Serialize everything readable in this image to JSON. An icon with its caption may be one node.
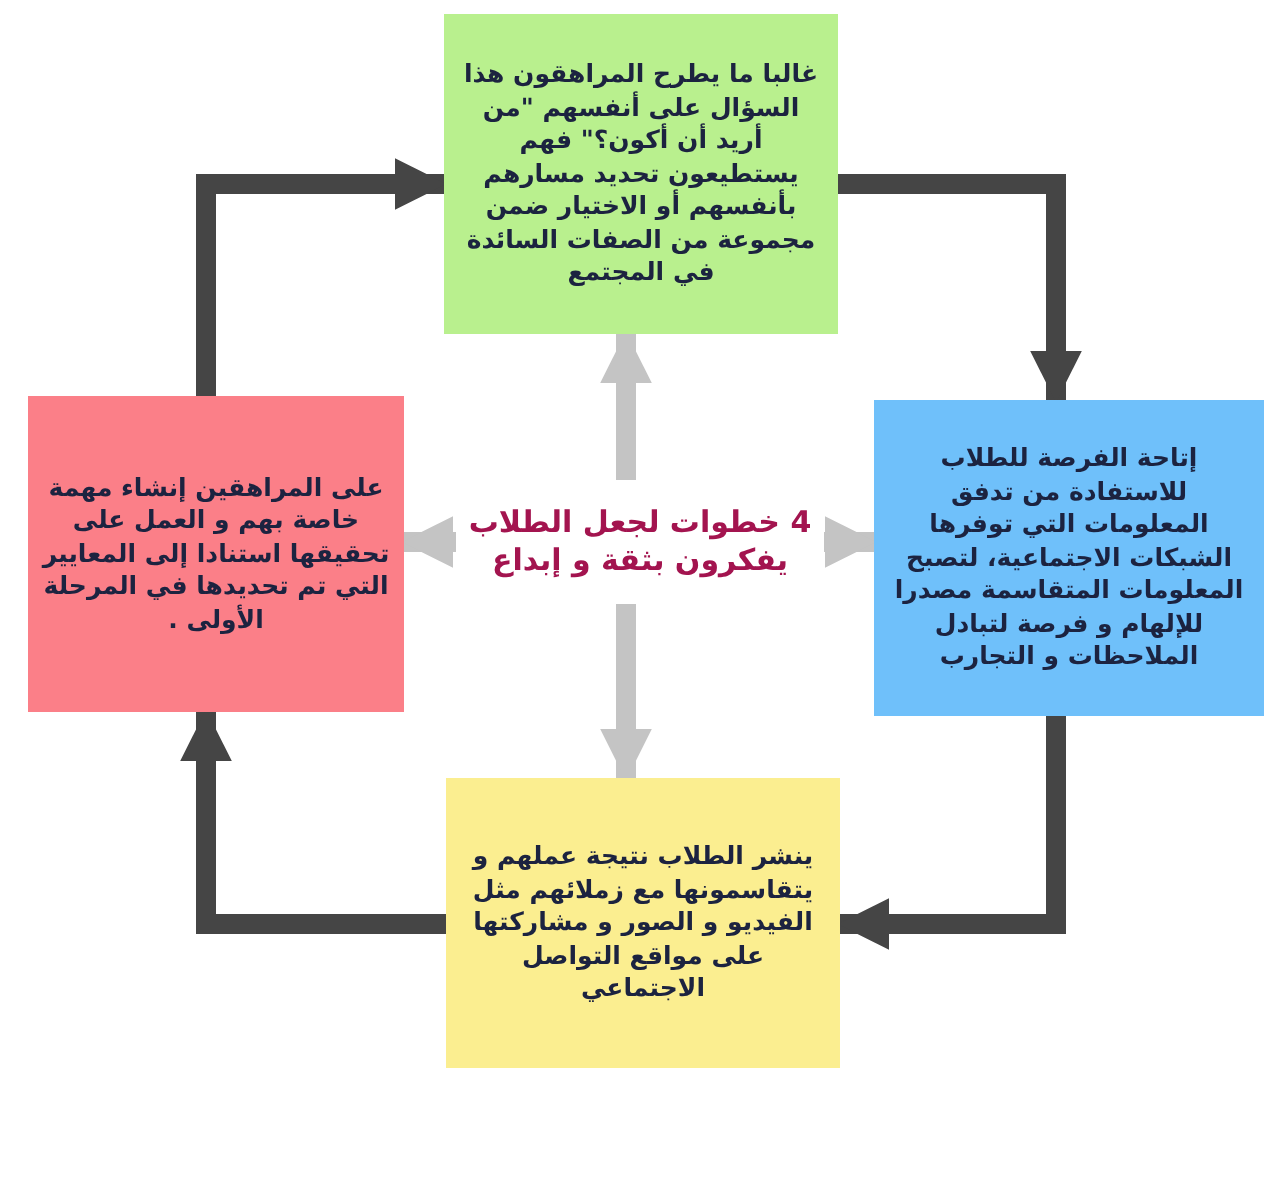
{
  "diagram": {
    "nodes": [
      {
        "text": [
          "غالبا ما يطرح المراهقون هذا السؤال على أنفسهم \"من أريد أن أكون؟\" فهم يستطيعون تحديد مسارهم بأنفسهم أو الاختيار ضمن مجموعة من الصفات السائدة في المجتمع"
        ]
      },
      {
        "text": [
          "إتاحة الفرصة للطلاب للاستفادة من تدفق المعلومات التي توفرها الشبكات الاجتماعية، لتصبح المعلومات المتقاسمة مصدرا للإلهام و فرصة لتبادل الملاحظات و التجارب"
        ]
      },
      {
        "text": [
          "4 خطوات لجعل الطلاب يفكرون بثقة و إبداع"
        ]
      },
      {
        "text": [
          "على المراهقين إنشاء مهمة خاصة بهم و العمل على تحقيقها استنادا إلى المعايير التي تم تحديدها في المرحلة الأولى ."
        ]
      },
      {
        "text": [
          "ينشر الطلاب نتيجة عملهم و يتقاسمونها مع زملائهم مثل الفيديو و الصور و مشاركتها على مواقع التواصل الاجتماعي"
        ]
      }
    ],
    "edges": [
      {
        "from": 0,
        "to": 1,
        "arrow": "to"
      },
      {
        "from": 1,
        "to": 4,
        "arrow": "to"
      },
      {
        "from": 4,
        "to": 3,
        "arrow": "to"
      },
      {
        "from": 3,
        "to": 0,
        "arrow": "to"
      },
      {
        "from": 2,
        "to": 0,
        "arrow": "to",
        "color": "#c4c4c4"
      },
      {
        "from": 2,
        "to": 1,
        "arrow": "to",
        "color": "#c4c4c4"
      },
      {
        "from": 2,
        "to": 4,
        "arrow": "to",
        "color": "#c4c4c4"
      },
      {
        "from": 2,
        "to": 3,
        "arrow": "to",
        "color": "#c4c4c4"
      }
    ]
  }
}
